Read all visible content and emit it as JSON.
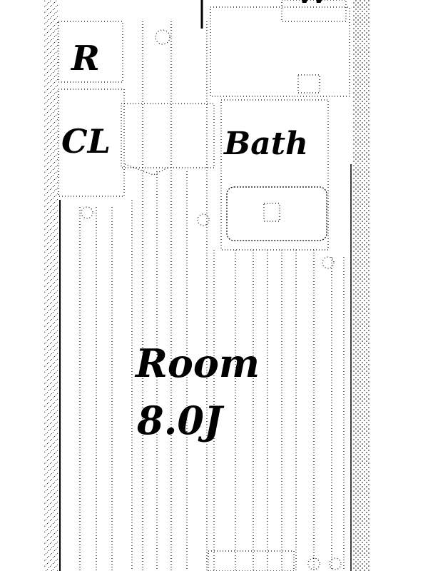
{
  "floorplan": {
    "rooms": {
      "refrigerator": "R",
      "closet": "CL",
      "bath": "Bath",
      "washer": "W",
      "room": "Room",
      "room_size": "8.0J"
    }
  },
  "colors": {
    "line": "#000000",
    "background": "#ffffff"
  }
}
